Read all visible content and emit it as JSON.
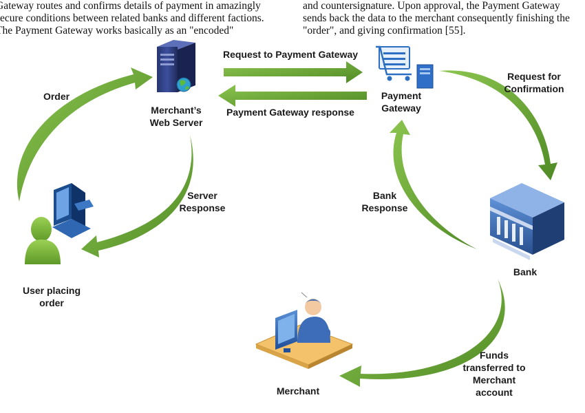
{
  "paper_text": {
    "left_lines": [
      "Gateway routes and confirms details of payment in amazingly",
      "secure conditions between related banks and different factions.",
      "The Payment Gateway works basically as an \"encoded\""
    ],
    "right_lines": [
      "and countersignature. Upon approval, the Payment Gateway",
      "sends back the data to the merchant consequently finishing the",
      "\"order\", and giving confirmation [55]."
    ]
  },
  "nodes": {
    "web_server": [
      "Merchant’s",
      "Web Server"
    ],
    "payment_gateway": [
      "Payment",
      "Gateway"
    ],
    "bank": [
      "Bank"
    ],
    "user": [
      "User placing",
      "order"
    ],
    "merchant": [
      "Merchant"
    ]
  },
  "edges": {
    "request_gateway": "Request to Payment Gateway",
    "gateway_response": "Payment Gateway response",
    "order": "Order",
    "server_response": [
      "Server",
      "Response"
    ],
    "request_confirmation": [
      "Request for",
      "Confirmation"
    ],
    "bank_response": [
      "Bank",
      "Response"
    ],
    "funds": [
      "Funds",
      "transferred to",
      "Merchant",
      "account"
    ]
  },
  "colors": {
    "arrow": "#6aa637",
    "server": "#2e3f8c",
    "bank": "#3a6fb5",
    "user": "#7ab33a",
    "monitor": "#2b63b5"
  }
}
